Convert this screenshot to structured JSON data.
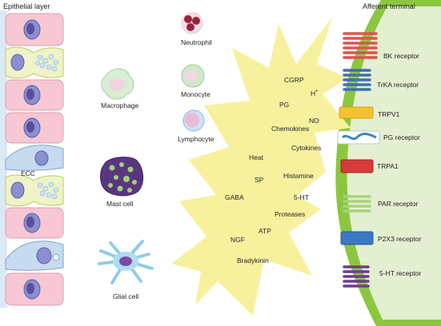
{
  "headers": {
    "epithelial_layer": "Epithelial layer",
    "afferent_terminal": "Afferent terminal"
  },
  "epithelial": {
    "ecc_label": "ECC"
  },
  "immune_cells": [
    {
      "label": "Neutrophil"
    },
    {
      "label": "Macrophage"
    },
    {
      "label": "Monocyte"
    },
    {
      "label": "Lymphocyte"
    },
    {
      "label": "Mast cell"
    },
    {
      "label": "Glial cell"
    }
  ],
  "mediators": [
    {
      "label": "CGRP"
    },
    {
      "label": "H",
      "superscript": "+"
    },
    {
      "label": "PG"
    },
    {
      "label": "NO"
    },
    {
      "label": "Chemokines"
    },
    {
      "label": "Cytokines"
    },
    {
      "label": "Heat"
    },
    {
      "label": "SP"
    },
    {
      "label": "Histamine"
    },
    {
      "label": "GABA"
    },
    {
      "label": "5-HT"
    },
    {
      "label": "Proteases"
    },
    {
      "label": "ATP"
    },
    {
      "label": "NGF"
    },
    {
      "label": "Bradykinin"
    }
  ],
  "receptors": [
    {
      "label": "BK receptor",
      "color": "#e0524e"
    },
    {
      "label": "TrKA receptor",
      "color": "#3f6fb0"
    },
    {
      "label": "TRPV1",
      "color": "#f2c230"
    },
    {
      "label": "PG receptor",
      "color": "#3c86c9"
    },
    {
      "label": "TRPA1",
      "color": "#d63a3a"
    },
    {
      "label": "PAR receptor",
      "color": "#a8d27a"
    },
    {
      "label": "P2X3 receptor",
      "color": "#3b78c4"
    },
    {
      "label": "5-HT receptor",
      "color": "#6e3c8e"
    }
  ],
  "colors": {
    "burst": "#f7f19e",
    "membrane": "#8cc63f",
    "cytoplasm": "#e3efd0",
    "epithelial_cell": "#f7c7d3",
    "goblet": "#eef3c8",
    "ecc": "#c7daf0"
  }
}
